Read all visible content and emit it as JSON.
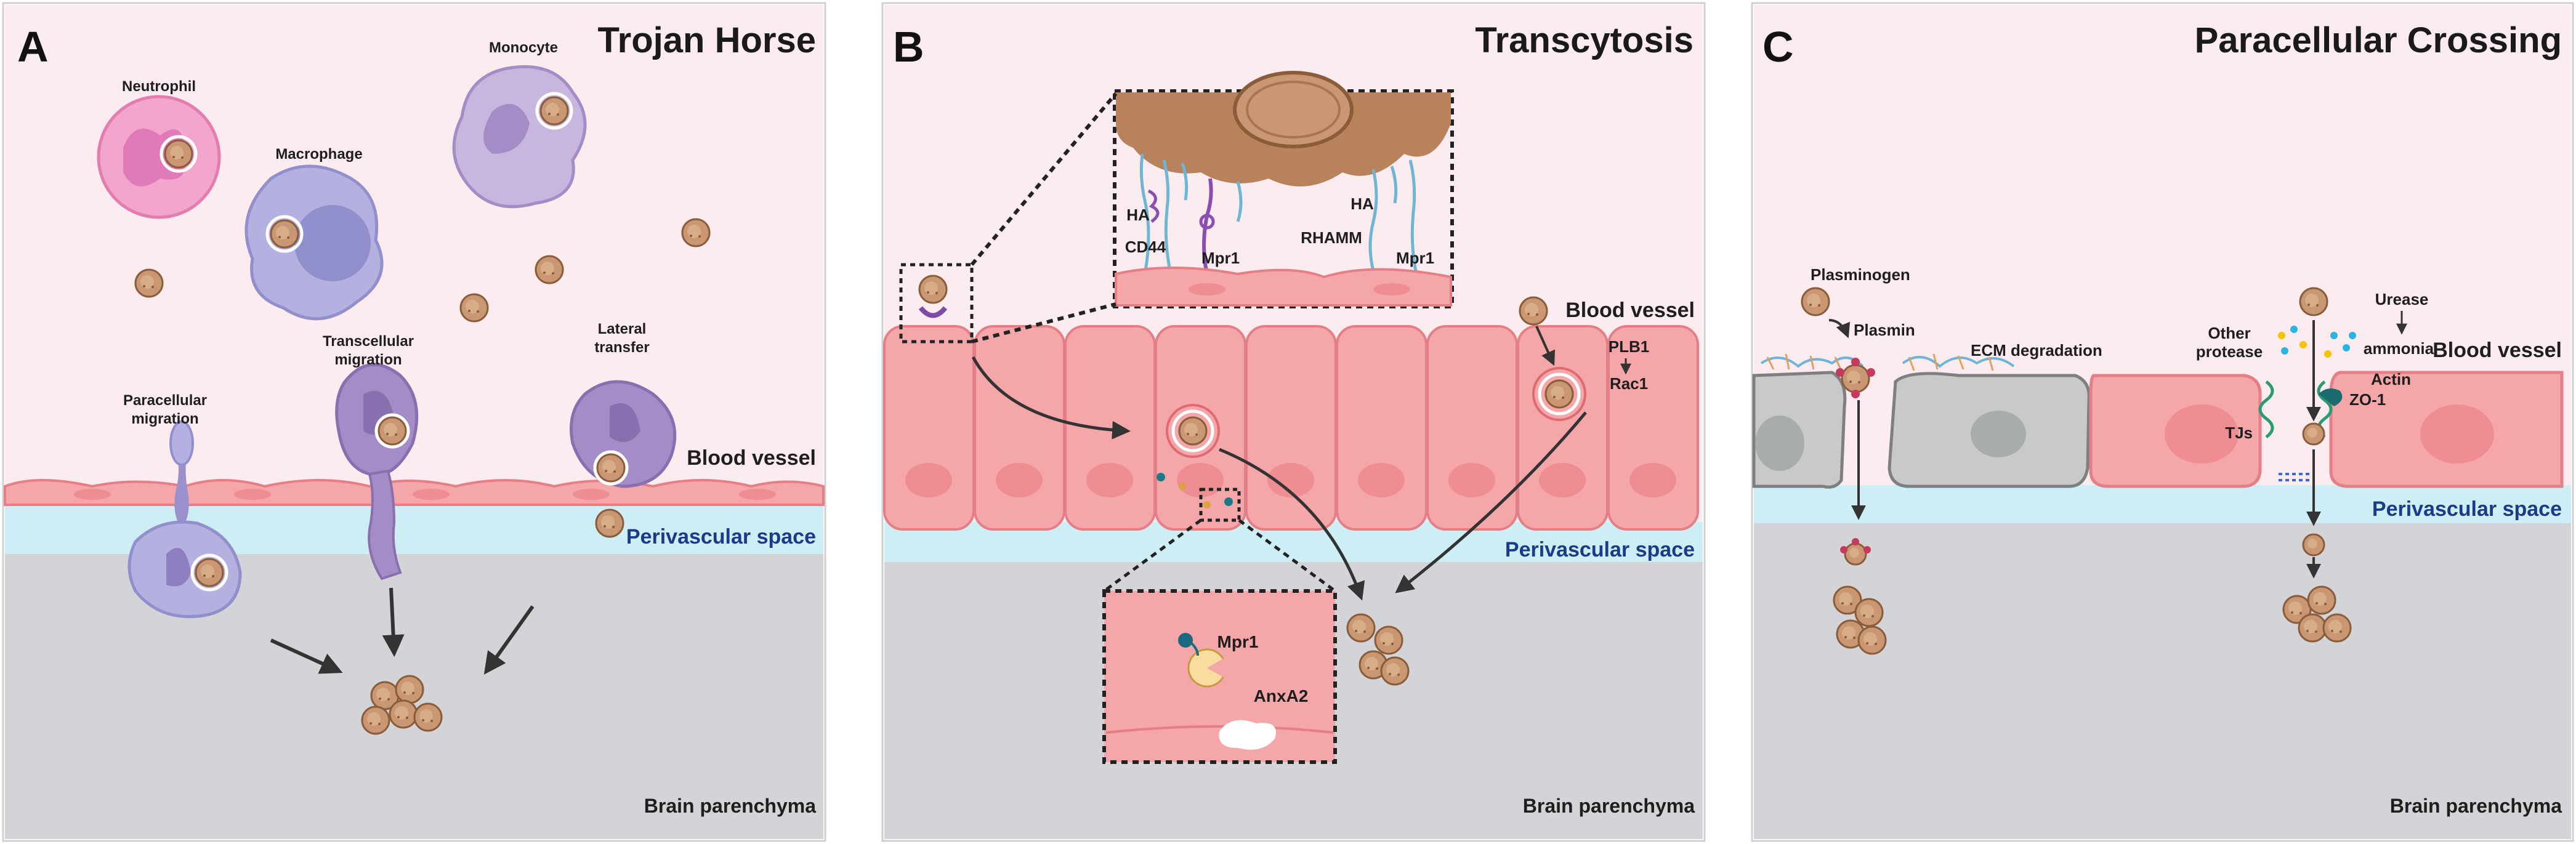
{
  "panel_a": {
    "letter": "A",
    "title": "Trojan Horse",
    "labels": {
      "neutrophil": "Neutrophil",
      "monocyte": "Monocyte",
      "macrophage": "Macrophage",
      "transcellular": [
        "Transcellular",
        "migration"
      ],
      "lateral": [
        "Lateral",
        "transfer"
      ],
      "paracellular": [
        "Paracellular",
        "migration"
      ],
      "blood_vessel": "Blood vessel",
      "perivascular": "Perivascular space",
      "brain": "Brain parenchyma"
    }
  },
  "panel_b": {
    "letter": "B",
    "title": "Transcytosis",
    "labels": {
      "ha1": "HA",
      "cd44": "CD44",
      "mpr1a": "Mpr1",
      "ha2": "HA",
      "rhamm": "RHAMM",
      "mpr1b": "Mpr1",
      "blood_vessel": "Blood vessel",
      "plb1": "PLB1",
      "rac1": "Rac1",
      "perivascular": "Perivascular space",
      "mpr1c": "Mpr1",
      "anxa2": "AnxA2",
      "brain": "Brain parenchyma"
    }
  },
  "panel_c": {
    "letter": "C",
    "title": "Paracellular Crossing",
    "labels": {
      "plasminogen": "Plasminogen",
      "plasmin": "Plasmin",
      "ecm": "ECM degradation",
      "other_protease": [
        "Other",
        "protease"
      ],
      "urease": "Urease",
      "ammonia": "ammonia",
      "blood_vessel": "Blood vessel",
      "actin": "Actin",
      "zo1": "ZO-1",
      "tjs": "TJs",
      "perivascular": "Perivascular space",
      "brain": "Brain parenchyma"
    }
  },
  "colors": {
    "blood_bg": "#fcecf0",
    "vessel_line": "#f29aa0",
    "endothelium": "#f4a6a8",
    "perivascular": "#cdeef4",
    "parenchyma": "#d2d4d7",
    "fungus": "#c99872",
    "fungus_dark": "#8a5c3a",
    "immune_purple": "#a48cc6",
    "neutrophil_pink": "#f3a6cc"
  }
}
